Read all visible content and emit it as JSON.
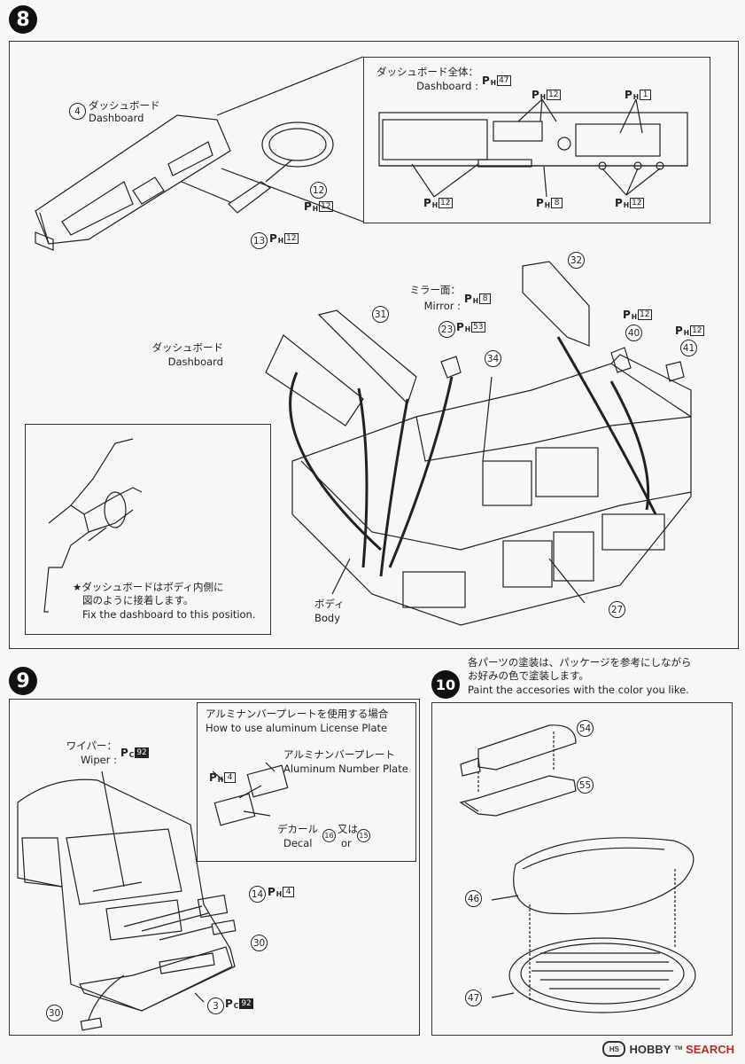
{
  "steps": {
    "s8": "8",
    "s9": "9",
    "s10": "10"
  },
  "step8": {
    "part4_num": "4",
    "dashboard_jp": "ダッシュボード",
    "dashboard_en": "Dashboard",
    "whole_dash_jp": "ダッシュボード全体：",
    "whole_dash_en": "Dashboard :",
    "whole_dash_color": "47",
    "c12a": "12",
    "c1": "1",
    "c12b": "12",
    "c8": "8",
    "c12c": "12",
    "part12_num": "12",
    "part12_color": "12",
    "part13_num": "13",
    "part13_color": "12",
    "mirror_jp": "ミラー面：",
    "mirror_en": "Mirror :",
    "mirror_color": "8",
    "part31": "31",
    "part32": "32",
    "part23": "23",
    "part23_color": "53",
    "part34": "34",
    "part40": "40",
    "part40_color": "12",
    "part41": "41",
    "part41_color": "12",
    "dash2_jp": "ダッシュボード",
    "dash2_en": "Dashboard",
    "body_jp": "ボディ",
    "body_en": "Body",
    "part27": "27",
    "note_jp1": "★ダッシュボードはボディ内側に",
    "note_jp2": "図のように接着します。",
    "note_en": "Fix the dashboard to this position."
  },
  "step9": {
    "wiper_jp": "ワイパー：",
    "wiper_en": "Wiper :",
    "wiper_color": "92",
    "alum_title_jp": "アルミナンバープレートを使用する場合",
    "alum_title_en": "How to use aluminum License Plate",
    "alum_plate_jp": "アルミナンバープレート",
    "alum_plate_en": "Aluminum Number Plate",
    "ph4": "4",
    "decal_jp": "デカール",
    "decal_en": "Decal",
    "decal_num1": "16",
    "or_jp": "又は",
    "or_en": "or",
    "decal_num2": "15",
    "part14": "14",
    "part14_color": "4",
    "part30a": "30",
    "part3": "3",
    "part3_color": "92",
    "part30b": "30"
  },
  "step10": {
    "note_jp1": "各パーツの塗装は、パッケージを参考にしながら",
    "note_jp2": "お好みの色で塗装します。",
    "note_en": "Paint the accesories with the color you like.",
    "part54": "54",
    "part55": "55",
    "part46": "46",
    "part47": "47"
  },
  "watermark": {
    "hobby": "HOBBY",
    "search": "SEARCH",
    "tm": "TM"
  },
  "paint": {
    "p": "P",
    "h": "H",
    "c": "C"
  }
}
